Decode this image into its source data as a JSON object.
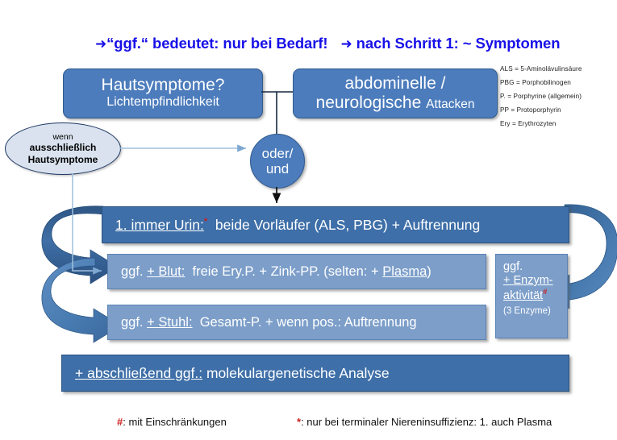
{
  "headline": {
    "arrow": "➜",
    "part1": "“ggf.“ bedeutet: nur bei Bedarf!",
    "part2": "nach Schritt 1: ~ Symptomen",
    "color": "#1810E8"
  },
  "legend": {
    "items": [
      "ALS = 5-Aminolävulinsäure",
      "PBG = Porphobilinogen",
      "P. = Porphyrine (allgemein)",
      "PP = Protoporphyrin",
      "Ery = Erythrozyten"
    ]
  },
  "top_boxes": {
    "skin": {
      "line1": "Hautsymptome?",
      "line2": "Lichtempfindlichkeit"
    },
    "abdominal": {
      "line1": "abdominelle /",
      "line2_main": "neurologische",
      "line2_small": "Attacken"
    }
  },
  "oval": {
    "line1": "wenn",
    "line2": "ausschließlich",
    "line3": "Hautsymptome"
  },
  "junction": {
    "line1": "oder/",
    "line2": "und"
  },
  "steps": {
    "urine": {
      "label": "1. immer Urin:",
      "mark": "*",
      "text": "beide Vorläufer (ALS, PBG) + Auftrennung"
    },
    "blood": {
      "prefix": "ggf. ",
      "label": "+ Blut:",
      "text_a": "freie Ery.P. + Zink-PP. (selten: + ",
      "underlined": "Plasma",
      "text_b": ")"
    },
    "stool": {
      "prefix": "ggf. ",
      "label": "+ Stuhl:",
      "text": "Gesamt-P. + wenn pos.: Auftrennung"
    },
    "final": {
      "label": "+ abschließend ggf.:",
      "text": "molekulargenetische Analyse"
    }
  },
  "enzyme_box": {
    "line1": "ggf.",
    "line2": "+ Enzym-",
    "line3": "aktivität",
    "mark": "#",
    "line4": "(3 Enzyme)"
  },
  "footnotes": {
    "hash_mark": "#",
    "hash_text": ": mit Einschränkungen",
    "star_mark": "*",
    "star_text": ": nur bei terminaler Niereninsuffizienz: 1. auch Plasma"
  },
  "colors": {
    "dark_bar": "#3E6FA8",
    "light_bar": "#7C9EC9",
    "top_box": "#4C7CBC",
    "oval_fill": "#D9E2EE",
    "oval_border": "#1F3864",
    "headline_blue": "#1810E8",
    "red_mark": "#CC2222",
    "arrow_dark": "#3A6698",
    "arrow_light": "#5B8EC4",
    "connector_light": "#9FC0DE"
  }
}
